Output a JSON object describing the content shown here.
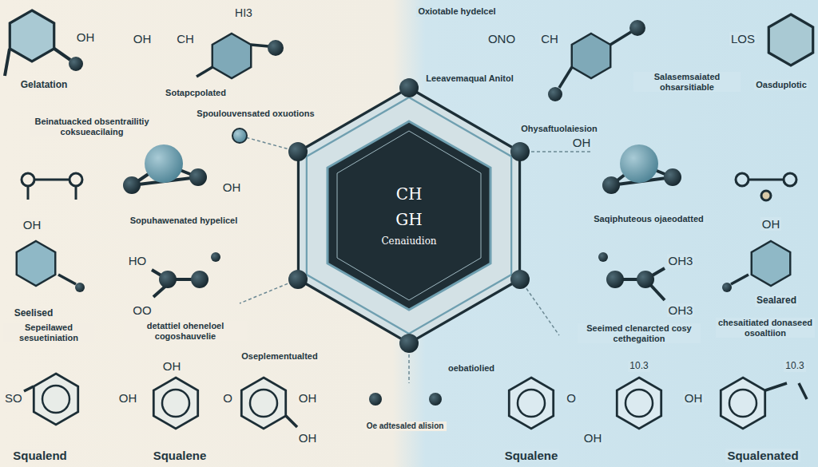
{
  "diagram": {
    "nodes": [
      {
        "text": [
          "CH",
          "GH",
          "Cenaiudion"
        ]
      }
    ],
    "labels": [
      "HI3",
      "OH",
      "OH",
      "CH",
      "Gelatation",
      "Beinatuacked obsentrailitiy coksueacilaing",
      "Sotapcpolated",
      "Spoulouvensated oxuotions",
      "Oxiotable hydelcel",
      "ONO",
      "CH",
      "Leeavemaqual Anitol",
      "LOS",
      "Salasemsaiated ohsarsitiable",
      "Oasduplotic",
      "Ohysaftuolaiesion",
      "OH",
      "OH",
      "Sopuhawenated hypelicel",
      "Saqiphuteous ojaeodatted",
      "HO",
      "OH",
      "OH",
      "OH3",
      "OO",
      "OH3",
      "Seelised",
      "Sepeilawed sesuetiniation",
      "detattiel oheneloel cogoshauvelie",
      "Oseplementualted",
      "Seeimed clenarcted cosy cethegaition",
      "Sealared",
      "chesaitiated donaseed osoaltiion",
      "oebatiolied",
      "Oe adtesaled alision",
      "SO",
      "OH",
      "OH",
      "O",
      "OH",
      "OH",
      "O",
      "10.3",
      "OH",
      "OH",
      "10.3",
      "Squalend",
      "Squalene",
      "Squalene",
      "Squalenated"
    ]
  }
}
